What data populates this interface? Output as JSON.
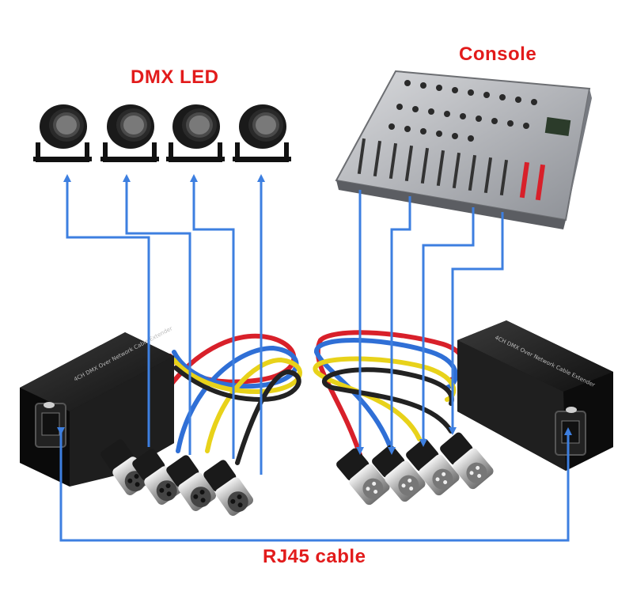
{
  "labels": {
    "dmx_led": "DMX LED",
    "console": "Console",
    "rj45": "RJ45 cable"
  },
  "box_text": {
    "left": "4CH DMX Over Network Cable Extender",
    "right": "4CH DMX Over Network Cable Extender"
  },
  "colors": {
    "label": "#e21b1b",
    "arrow": "#3d7fe0",
    "cable_red": "#d8202a",
    "cable_blue": "#2f6fd6",
    "cable_yellow": "#e8d21a",
    "cable_black": "#222222",
    "box": "#1c1c1c"
  }
}
